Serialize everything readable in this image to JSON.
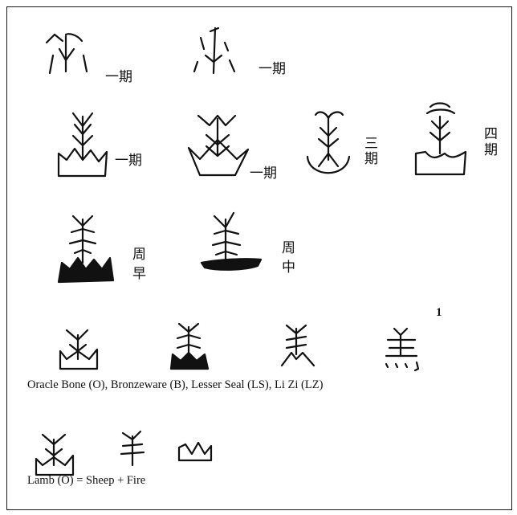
{
  "page": {
    "footnote_marker": "1",
    "captions": {
      "forms": "Oracle Bone (O),  Bronzeware (B), Lesser Seal (LS),  Li  Zi (LZ)",
      "lamb": "Lamb (O) =  Sheep  +   Fire"
    },
    "period_notes": {
      "row1_a": "一期",
      "row1_b": "一期",
      "row2_a": "一期",
      "row2_b": "一期",
      "row2_c": "三期",
      "row2_d": "四期",
      "row3_a": "周早",
      "row3_b": "周中"
    }
  },
  "icons": [
    "sheep-variant-glyph",
    "sheep-over-fire-glyph",
    "sheep-over-boat-glyph",
    "sheep-glyph",
    "fire-glyph"
  ]
}
